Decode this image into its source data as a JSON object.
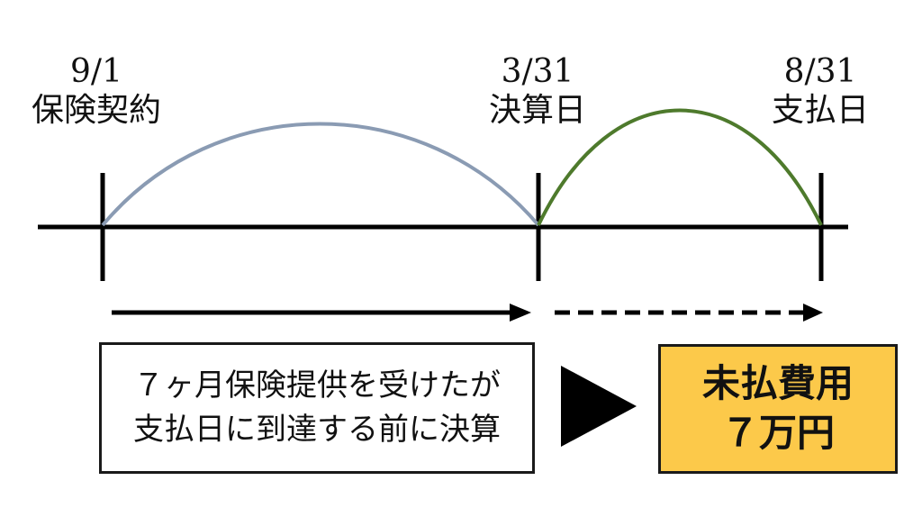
{
  "timeline": {
    "start": {
      "date": "9/1",
      "label": "保険契約"
    },
    "settlement": {
      "date": "3/31",
      "label": "決算日"
    },
    "payment": {
      "date": "8/31",
      "label": "支払日"
    }
  },
  "description": {
    "line1": "７ヶ月保険提供を受けたが",
    "line2": "支払日に到達する前に決算"
  },
  "result": {
    "line1": "未払費用",
    "line2": "７万円"
  },
  "colors": {
    "axis": "#000000",
    "curve_before": "#8a9bb3",
    "curve_after": "#4e7a2c",
    "result_fill": "#fcc94a",
    "box_border": "#1a1a1a"
  }
}
